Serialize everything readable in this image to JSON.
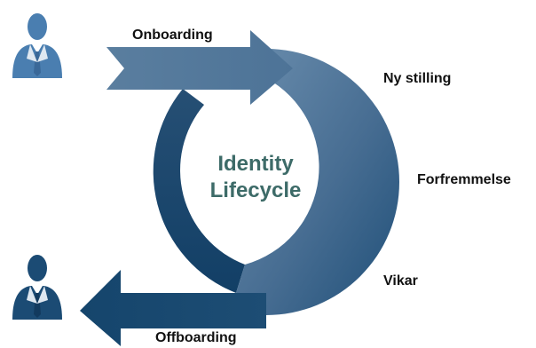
{
  "center": {
    "line1": "Identity",
    "line2": "Lifecycle"
  },
  "labels": {
    "onboarding": "Onboarding",
    "ny_stilling": "Ny stilling",
    "forfremmelse": "Forfremmelse",
    "vikar": "Vikar",
    "offboarding": "Offboarding"
  },
  "icons": {
    "top_person": "person-icon",
    "bottom_person": "person-icon"
  },
  "colors": {
    "cycle_light": "#5a7ea0",
    "cycle_dark": "#16486e",
    "center_text": "#3d6b68",
    "person_top": "#4a7eb0",
    "person_bottom": "#1b4b74"
  }
}
